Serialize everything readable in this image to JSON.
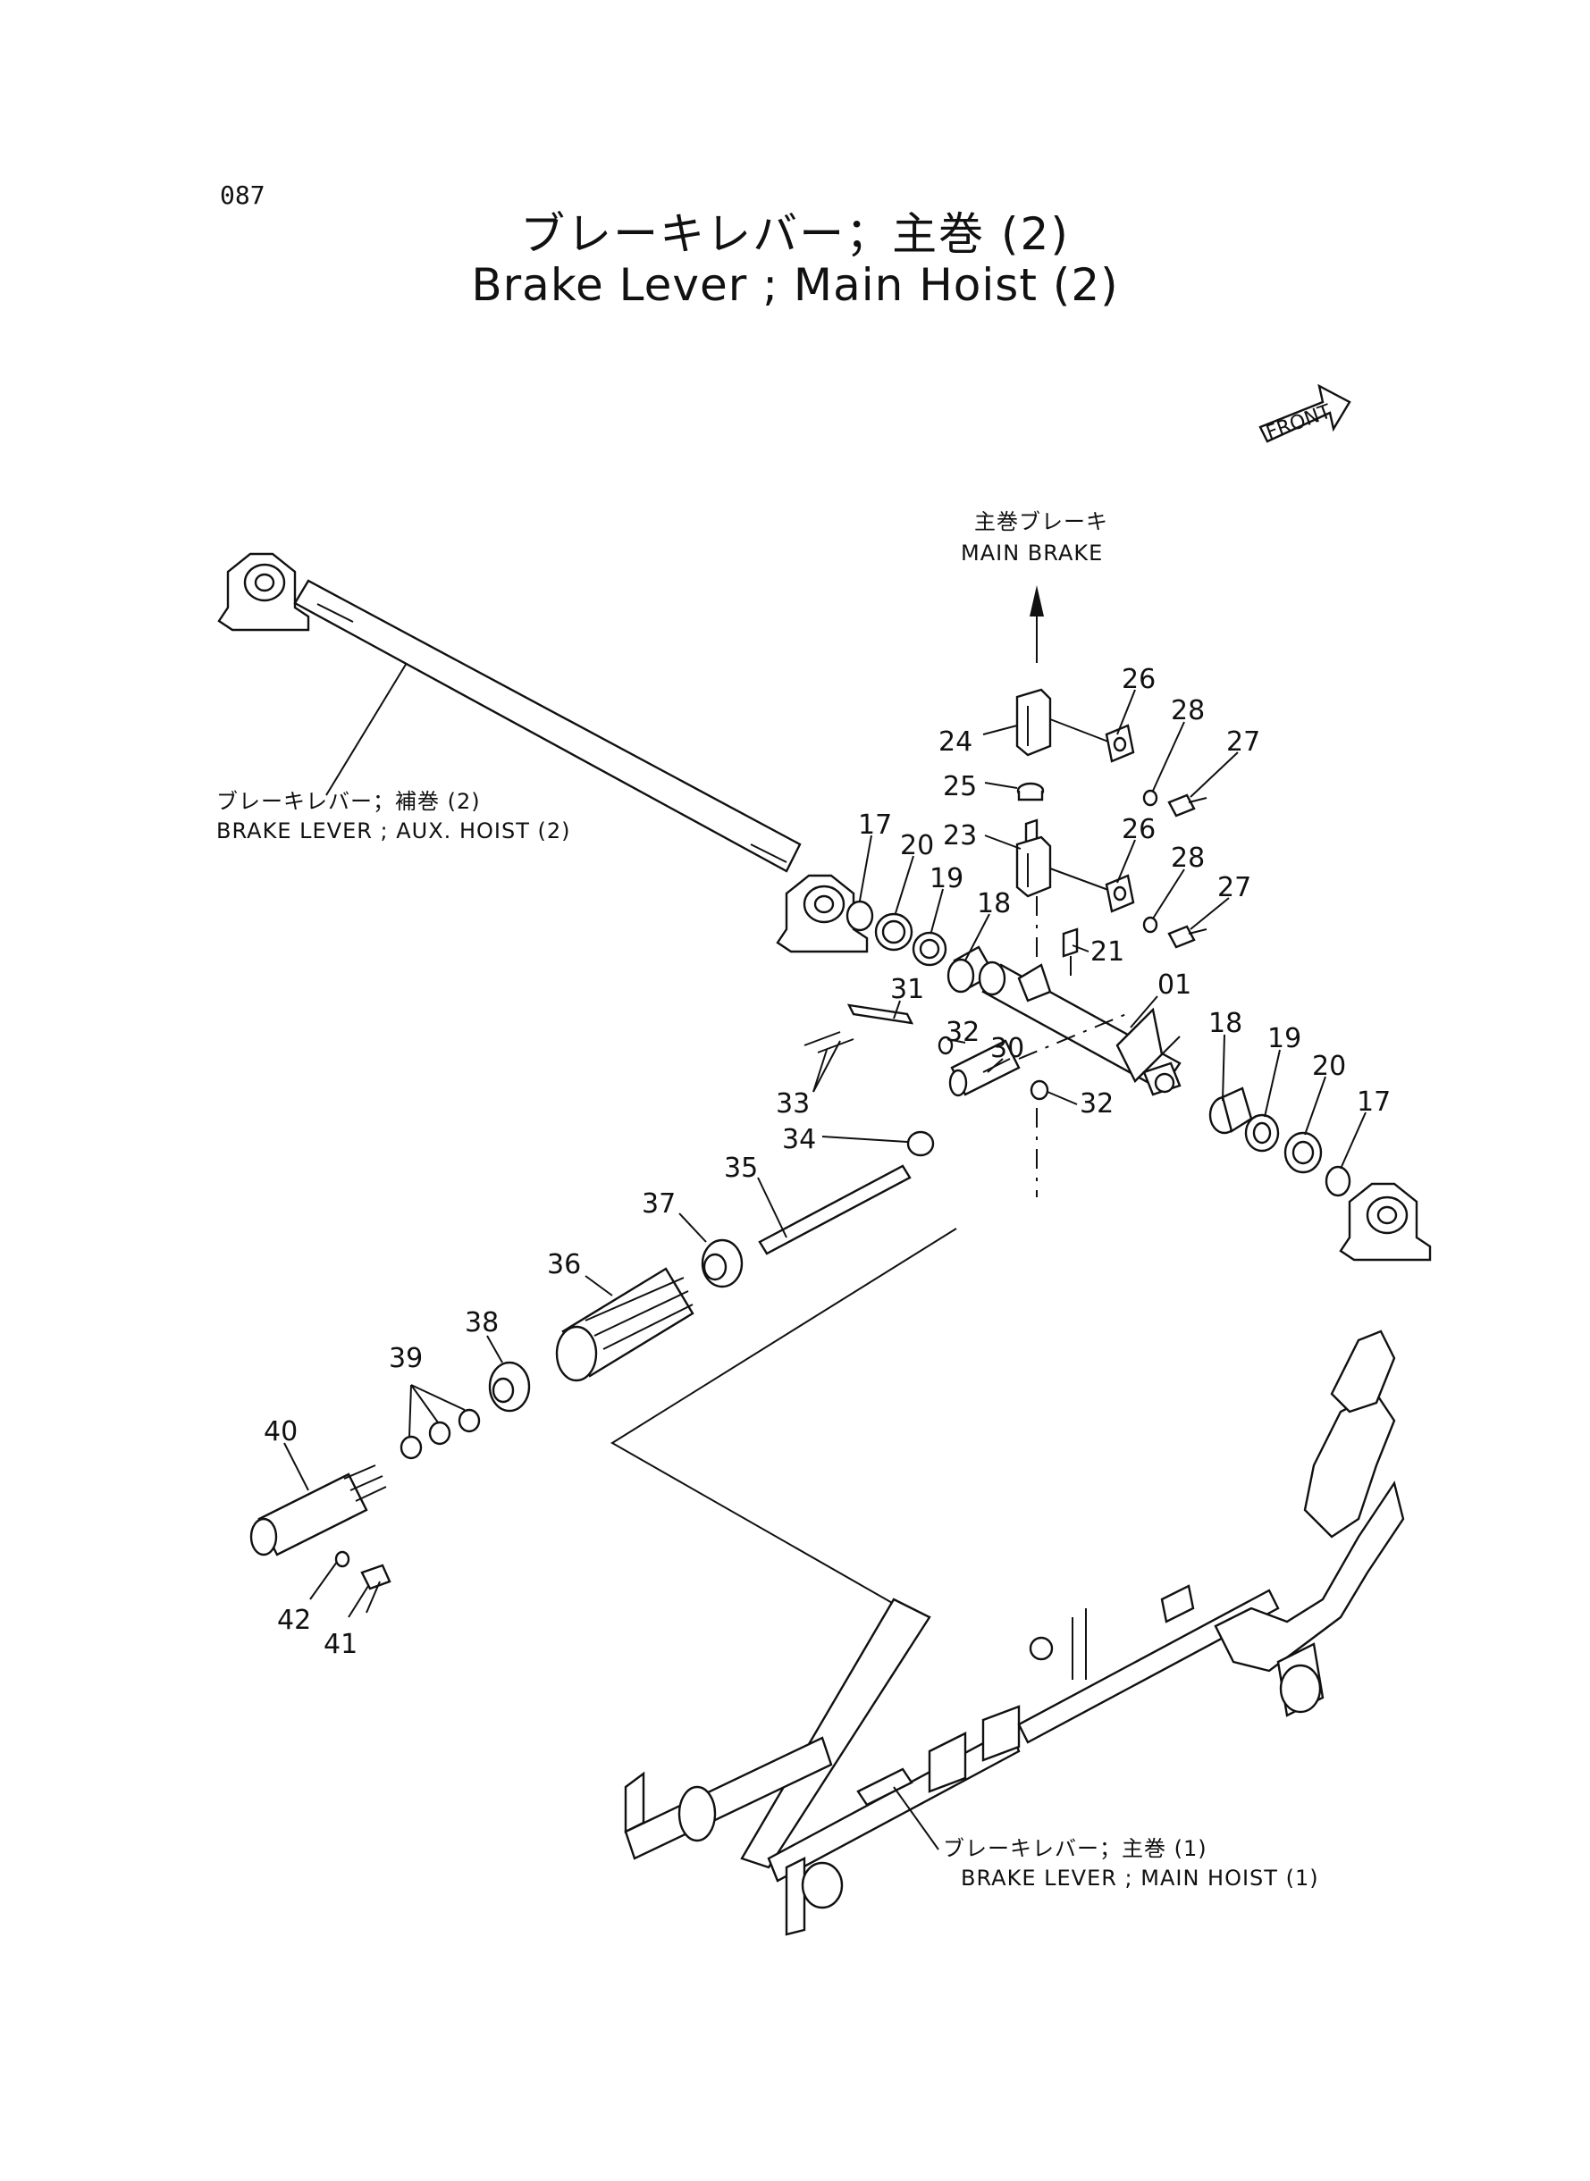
{
  "page_number": "087",
  "title_jp": "ブレーキレバー；主巻 (2)",
  "title_en": "Brake Lever ; Main Hoist (2)",
  "front_label": "FRONT",
  "main_brake": {
    "jp": "主巻ブレーキ",
    "en": "MAIN BRAKE"
  },
  "aux_label": {
    "jp": "ブレーキレバー；補巻 (2)",
    "en": "BRAKE LEVER ; AUX. HOIST (2)"
  },
  "main1_label": {
    "jp": "ブレーキレバー；主巻 (1)",
    "en": "BRAKE LEVER ; MAIN HOIST (1)"
  },
  "callouts": {
    "c01": "01",
    "c17a": "17",
    "c17b": "17",
    "c18a": "18",
    "c18b": "18",
    "c19a": "19",
    "c19b": "19",
    "c20a": "20",
    "c20b": "20",
    "c21": "21",
    "c23": "23",
    "c24": "24",
    "c25": "25",
    "c26a": "26",
    "c26b": "26",
    "c27a": "27",
    "c27b": "27",
    "c28a": "28",
    "c28b": "28",
    "c30": "30",
    "c31": "31",
    "c32a": "32",
    "c32b": "32",
    "c33": "33",
    "c34": "34",
    "c35": "35",
    "c36": "36",
    "c37": "37",
    "c38": "38",
    "c39": "39",
    "c40": "40",
    "c41": "41",
    "c42": "42"
  }
}
